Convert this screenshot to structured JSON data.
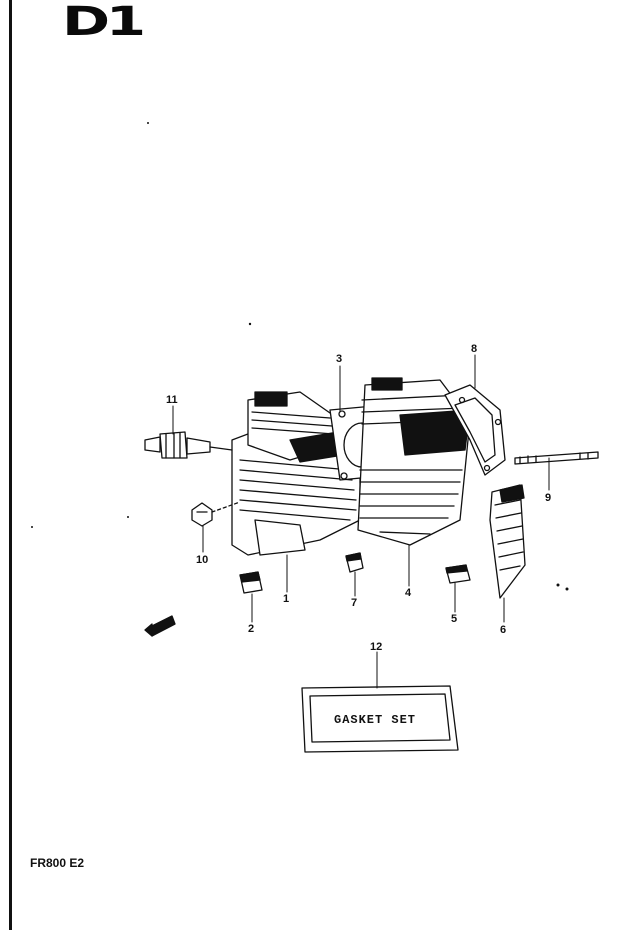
{
  "page_code": "D1",
  "model_code": "FR800 E2",
  "gasket_set_label": "GASKET SET",
  "callouts": {
    "p1": "1",
    "p2": "2",
    "p3": "3",
    "p4": "4",
    "p5": "5",
    "p6": "6",
    "p7": "7",
    "p8": "8",
    "p9": "9",
    "p10": "10",
    "p11": "11",
    "p12": "12"
  }
}
